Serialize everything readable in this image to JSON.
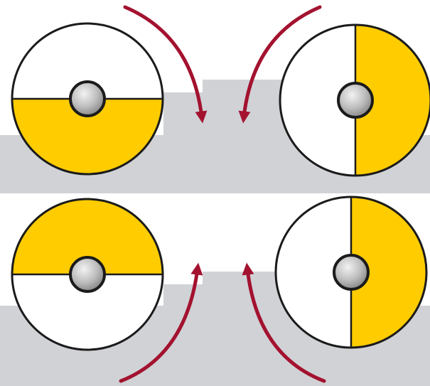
{
  "colors": {
    "background": "#ffffff",
    "machine_silhouette": "#d0d2d6",
    "disc_fill": "#ffffff",
    "counterweight": "#ffcc00",
    "outline": "#1b1b1b",
    "arrow": "#a3122f",
    "hub_light": "#f2f2f2",
    "hub_dark": "#8a8a8a"
  },
  "discs": [
    {
      "id": "top-left",
      "weighted_half": "bottom"
    },
    {
      "id": "top-right",
      "weighted_half": "right"
    },
    {
      "id": "bottom-left",
      "weighted_half": "top"
    },
    {
      "id": "bottom-right",
      "weighted_half": "right"
    }
  ],
  "arrows": [
    {
      "id": "top-left",
      "direction": "clockwise-down"
    },
    {
      "id": "top-right",
      "direction": "counterclockwise-down"
    },
    {
      "id": "bottom-left",
      "direction": "counterclockwise-up"
    },
    {
      "id": "bottom-right",
      "direction": "clockwise-up"
    }
  ],
  "icons": {
    "hub": "shaft-hub-icon",
    "arrow": "rotation-arrow-icon"
  }
}
